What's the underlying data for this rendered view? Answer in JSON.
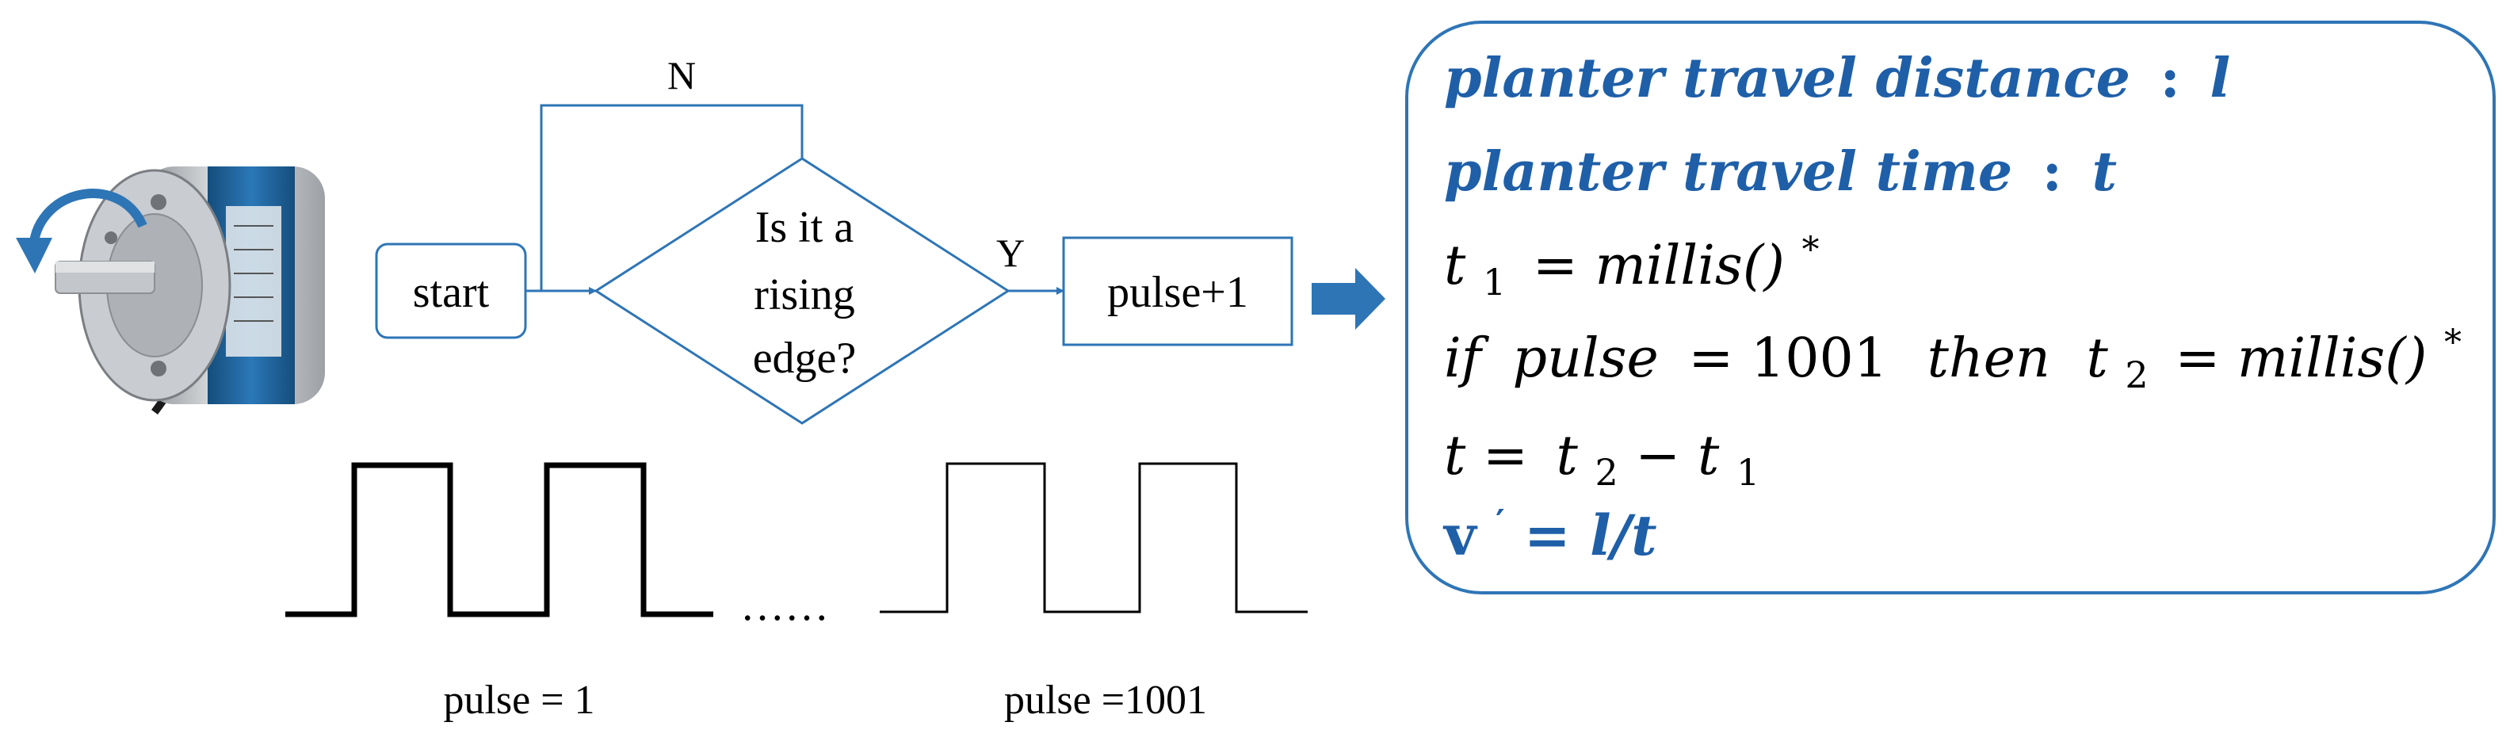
{
  "flowchart": {
    "start_label": "start",
    "decision_lines": [
      "Is it a",
      "rising",
      "edge?"
    ],
    "no_label": "N",
    "yes_label": "Y",
    "action_label": "pulse+1"
  },
  "waveform": {
    "ellipsis": "……",
    "pulse_first_label": "pulse = 1",
    "pulse_last_label": "pulse =1001"
  },
  "formula_panel": {
    "line1": {
      "text": "planter travel distance",
      "sep": ":",
      "var": "l"
    },
    "line2": {
      "text": "planter travel time",
      "sep": ":",
      "var": "t"
    },
    "line3": {
      "var": "t",
      "sub": "1",
      "rhs": "= millis()",
      "sup": "*"
    },
    "line4": {
      "if": "if",
      "lhs": "pulse",
      "eq": "= 1001",
      "then": "then",
      "var": "t",
      "sub": "2",
      "rhs": "= millis()",
      "sup": "*"
    },
    "line5": {
      "lhs": "t =",
      "var1": "t",
      "sub1": "2",
      "op": "−",
      "var2": "t",
      "sub2": "1"
    },
    "line6": {
      "lhs": "v",
      "prime": "′",
      "rhs": "= l/t"
    }
  },
  "colors": {
    "accent": "#2E75B6",
    "formula_blue": "#1F5FA8",
    "text": "#000000",
    "encoder_body": "#b9bcc0",
    "encoder_band": "#1d5f97"
  },
  "icons": {
    "encoder": "rotary-encoder-image",
    "rotation": "rotation-arrow-icon",
    "flow_arrow": "right-block-arrow-icon"
  }
}
